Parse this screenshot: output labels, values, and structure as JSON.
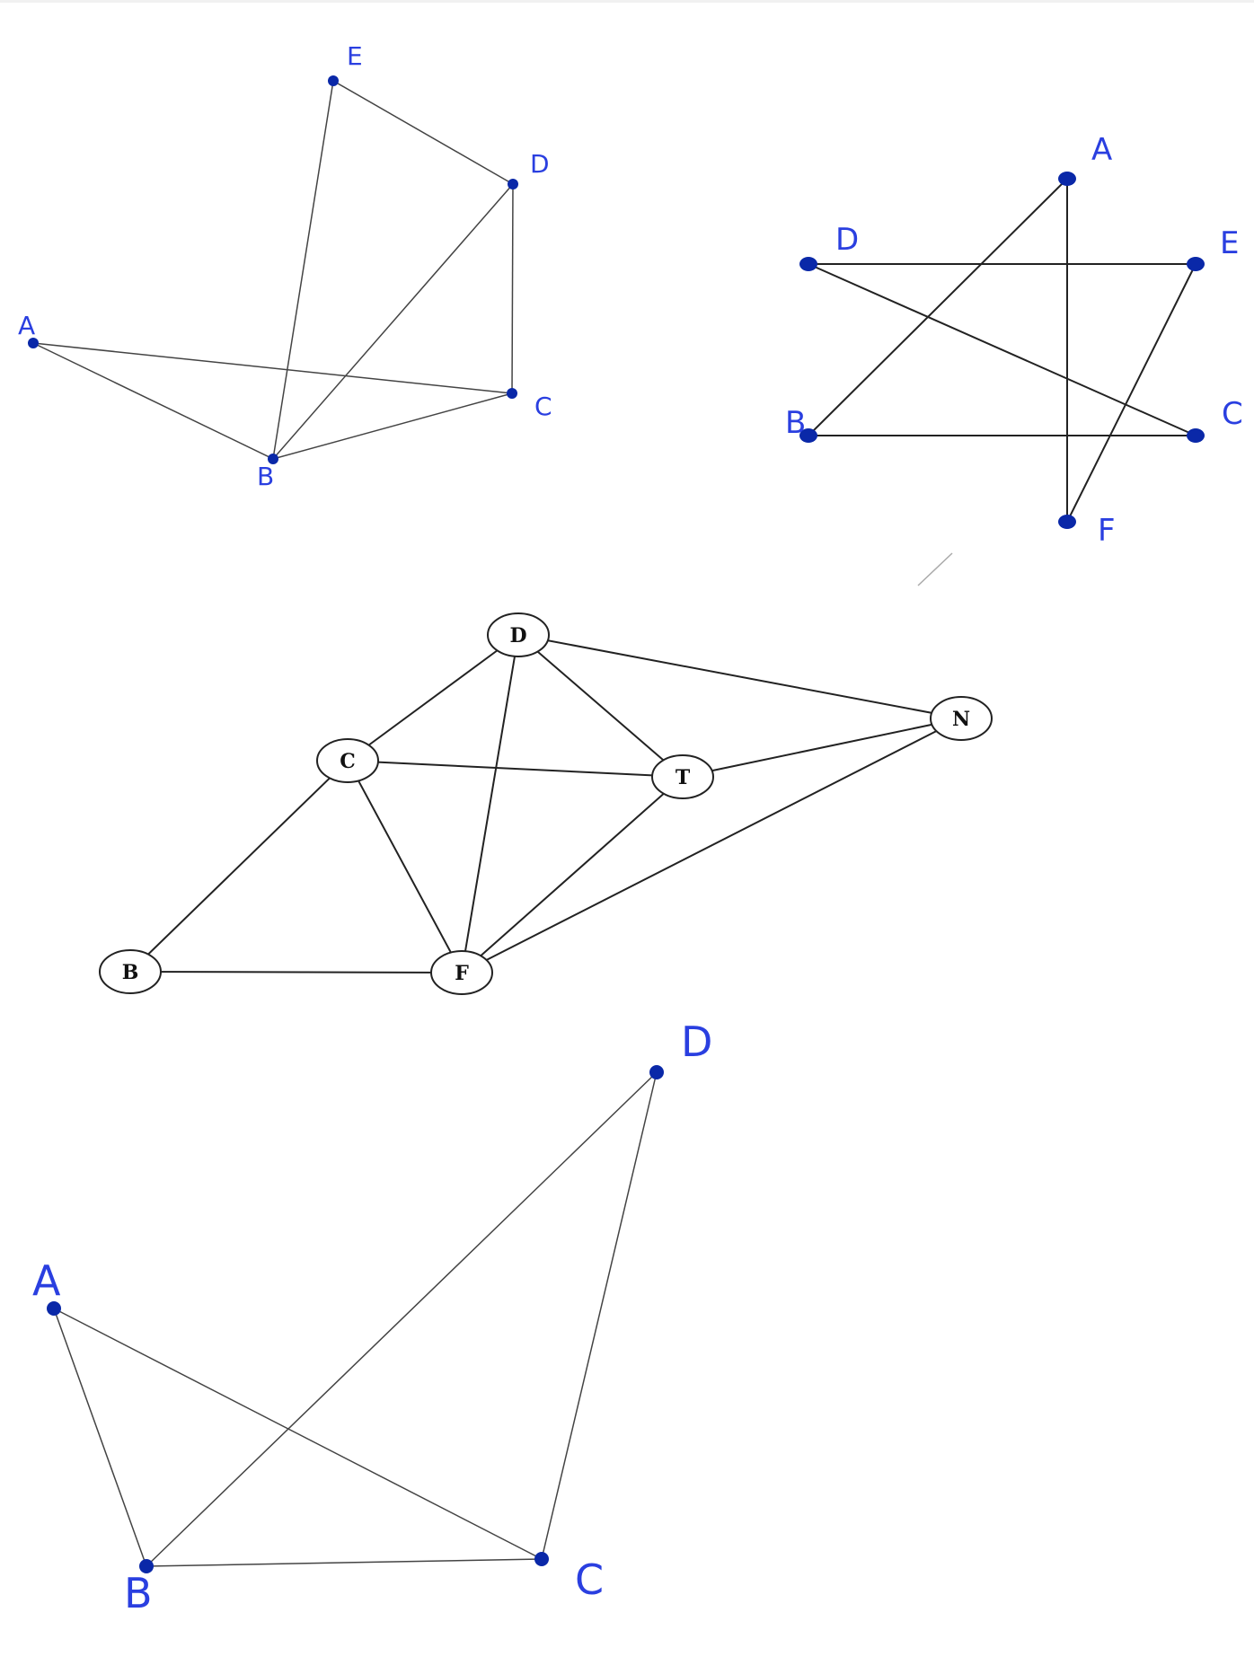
{
  "graphs": [
    {
      "id": "graph1",
      "vertices": [
        "A",
        "B",
        "C",
        "D",
        "E"
      ],
      "edges": [
        [
          "A",
          "B"
        ],
        [
          "A",
          "C"
        ],
        [
          "B",
          "C"
        ],
        [
          "B",
          "D"
        ],
        [
          "B",
          "E"
        ],
        [
          "C",
          "D"
        ],
        [
          "D",
          "E"
        ]
      ]
    },
    {
      "id": "graph2",
      "vertices": [
        "A",
        "B",
        "C",
        "D",
        "E",
        "F"
      ],
      "edges": [
        [
          "A",
          "B"
        ],
        [
          "A",
          "F"
        ],
        [
          "D",
          "E"
        ],
        [
          "D",
          "C"
        ],
        [
          "B",
          "C"
        ],
        [
          "E",
          "F"
        ]
      ]
    },
    {
      "id": "graph3",
      "vertices": [
        "B",
        "C",
        "D",
        "F",
        "N",
        "T"
      ],
      "edges": [
        [
          "B",
          "C"
        ],
        [
          "B",
          "F"
        ],
        [
          "C",
          "D"
        ],
        [
          "C",
          "T"
        ],
        [
          "C",
          "F"
        ],
        [
          "D",
          "F"
        ],
        [
          "D",
          "T"
        ],
        [
          "D",
          "N"
        ],
        [
          "T",
          "N"
        ],
        [
          "T",
          "F"
        ],
        [
          "N",
          "F"
        ]
      ]
    },
    {
      "id": "graph4",
      "vertices": [
        "A",
        "B",
        "C",
        "D"
      ],
      "edges": [
        [
          "A",
          "B"
        ],
        [
          "A",
          "C"
        ],
        [
          "B",
          "C"
        ],
        [
          "B",
          "D"
        ],
        [
          "C",
          "D"
        ]
      ]
    }
  ],
  "colors": {
    "point": "#0a28a8",
    "label": "#2a3fe0",
    "edge": "#444444"
  }
}
